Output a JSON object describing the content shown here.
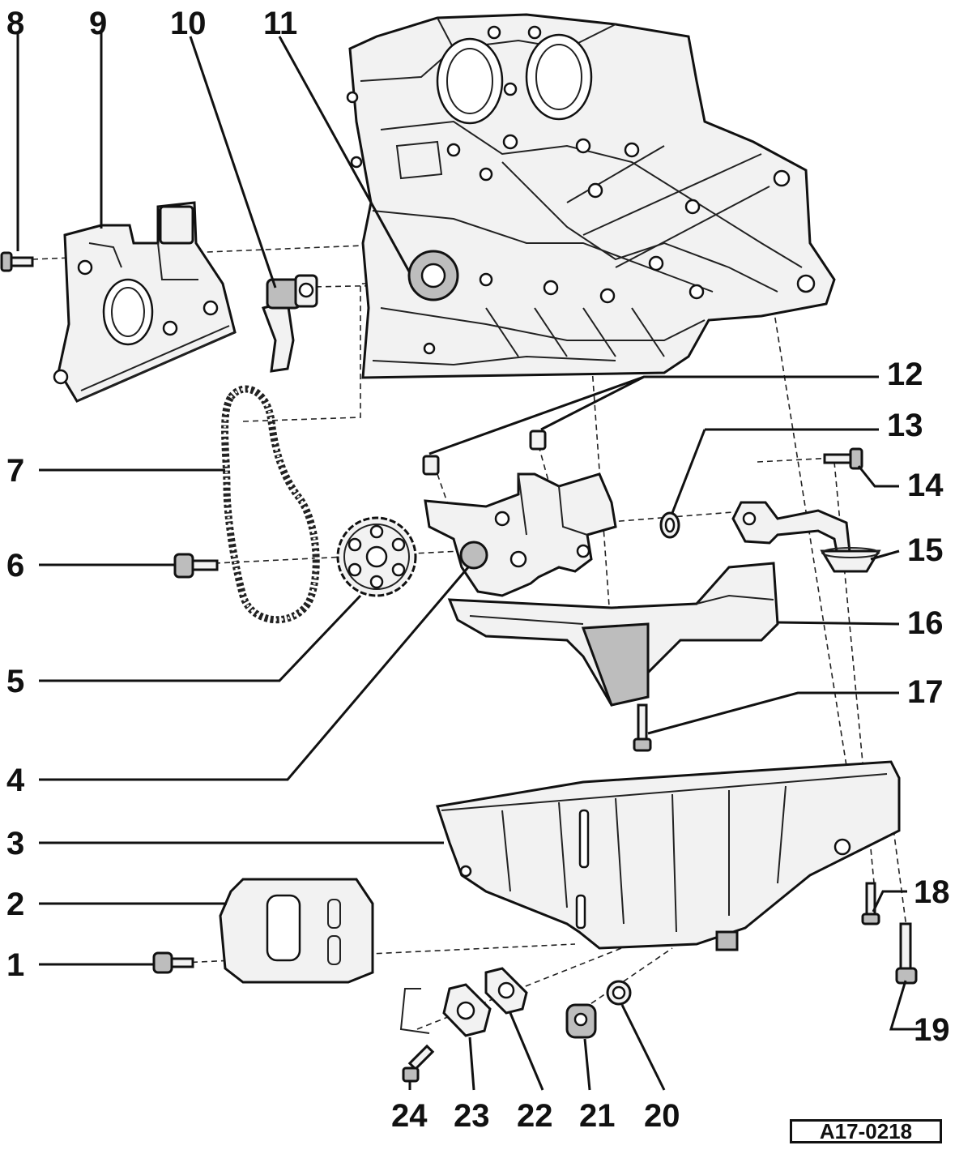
{
  "reference_code": "A17-0218",
  "labels": {
    "l1": "1",
    "l2": "2",
    "l3": "3",
    "l4": "4",
    "l5": "5",
    "l6": "6",
    "l7": "7",
    "l8": "8",
    "l9": "9",
    "l10": "10",
    "l11": "11",
    "l12": "12",
    "l13": "13",
    "l14": "14",
    "l15": "15",
    "l16": "16",
    "l17": "17",
    "l18": "18",
    "l19": "19",
    "l20": "20",
    "l21": "21",
    "l22": "22",
    "l23": "23",
    "l24": "24"
  }
}
